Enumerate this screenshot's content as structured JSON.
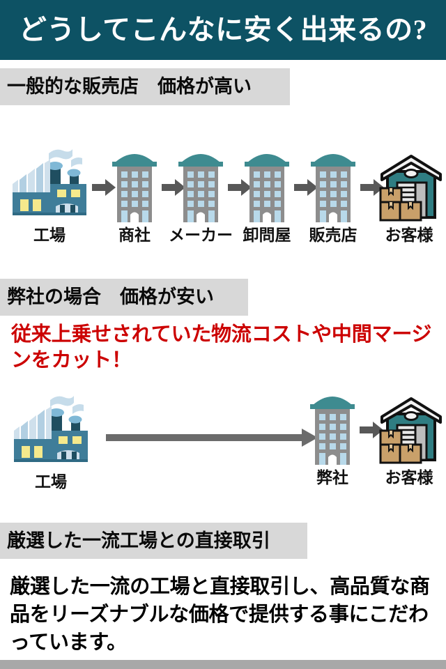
{
  "header": {
    "title": "どうしてこんなに安く出来るの?",
    "background_color": "#0d5264",
    "text_color": "#ffffff"
  },
  "sections": [
    {
      "id": "conventional",
      "bar_label": "一般的な販売店　価格が高い",
      "bar_color": "#d8d8d8"
    },
    {
      "id": "ours",
      "bar_label": "弊社の場合　価格が安い",
      "bar_color": "#d8d8d8"
    },
    {
      "id": "direct-deal",
      "bar_label": "厳選した一流工場との直接取引",
      "bar_color": "#d8d8d8"
    }
  ],
  "red_note": {
    "text": "従来上乗せされていた物流コストや中間マージンをカット！",
    "color": "#cc0000"
  },
  "chain_conventional": {
    "nodes": [
      {
        "label": "工場",
        "icon": "factory-icon"
      },
      {
        "label": "商社",
        "icon": "office-building-icon"
      },
      {
        "label": "メーカー",
        "icon": "office-building-icon"
      },
      {
        "label": "卸問屋",
        "icon": "office-building-icon"
      },
      {
        "label": "販売店",
        "icon": "office-building-icon"
      },
      {
        "label": "お客様",
        "icon": "warehouse-boxes-icon"
      }
    ],
    "arrow_count": 5,
    "arrow_color": "#585858"
  },
  "chain_ours": {
    "nodes": [
      {
        "label": "工場",
        "icon": "factory-icon"
      },
      {
        "label": "弊社",
        "icon": "office-building-icon"
      },
      {
        "label": "お客様",
        "icon": "warehouse-boxes-icon"
      }
    ],
    "long_arrow_color": "#6b6b6b",
    "short_arrow_color": "#585858"
  },
  "body_copy": {
    "text": "厳選した一流の工場と直接取引し、高品質な商品をリーズナブルな価格で提供する事にこだわっています。"
  },
  "bottom_strip": {
    "color": "#a8a8a8"
  },
  "palette": {
    "teal_dark": "#0d5264",
    "dome_teal": "#3e8b90",
    "building_gray": "#8d8d8d",
    "window_blue": "#b8d9ea",
    "factory_body": "#3f7d99",
    "factory_dark": "#1f4e60",
    "factory_window": "#f5e98c",
    "smoke_blue": "#c6dcea",
    "box_tan": "#c9a06a",
    "warehouse_teal": "#2f7d82",
    "arrow_gray": "#585858"
  }
}
